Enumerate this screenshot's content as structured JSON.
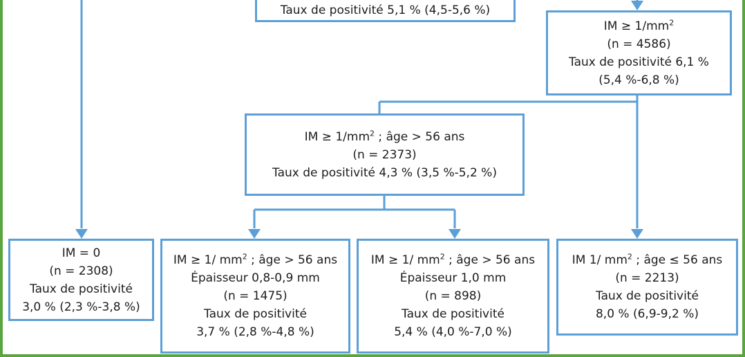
{
  "colors": {
    "box_border": "#5b9fd6",
    "arrow": "#5b9fd6",
    "frame": "#5aa53f",
    "text": "#1c1c1c"
  },
  "nodes": {
    "top": {
      "lines": [
        "Taux de positivité 5,1 % (4,5-5,6 %)"
      ]
    },
    "im_ge_1": {
      "lines": [
        "IM ≥ 1/mm²",
        "(n = 4586)",
        "Taux de positivité 6,1 %",
        "(5,4 %-6,8 %)"
      ]
    },
    "im_ge_1_age_gt_56": {
      "lines": [
        "IM ≥ 1/mm² ; âge > 56 ans",
        "(n = 2373)",
        "Taux de positivité 4,3 % (3,5 %-5,2 %)"
      ]
    },
    "im_0": {
      "lines": [
        "IM = 0",
        "(n = 2308)",
        "Taux de positivité",
        "3,0 % (2,3 %-3,8 %)"
      ]
    },
    "thickness_08_09": {
      "lines": [
        "IM ≥ 1/ mm² ; âge > 56 ans",
        "Épaisseur 0,8-0,9 mm",
        "(n = 1475)",
        "Taux de positivité",
        "3,7 % (2,8 %-4,8 %)"
      ]
    },
    "thickness_10": {
      "lines": [
        "IM ≥ 1/ mm² ; âge > 56 ans",
        "Épaisseur 1,0 mm",
        "(n = 898)",
        "Taux de positivité",
        "5,4 % (4,0 %-7,0 %)"
      ]
    },
    "age_le_56": {
      "lines": [
        "IM 1/ mm² ; âge ≤ 56 ans",
        "(n = 2213)",
        "Taux de positivité",
        "8,0 % (6,9-9,2 %)"
      ]
    }
  }
}
